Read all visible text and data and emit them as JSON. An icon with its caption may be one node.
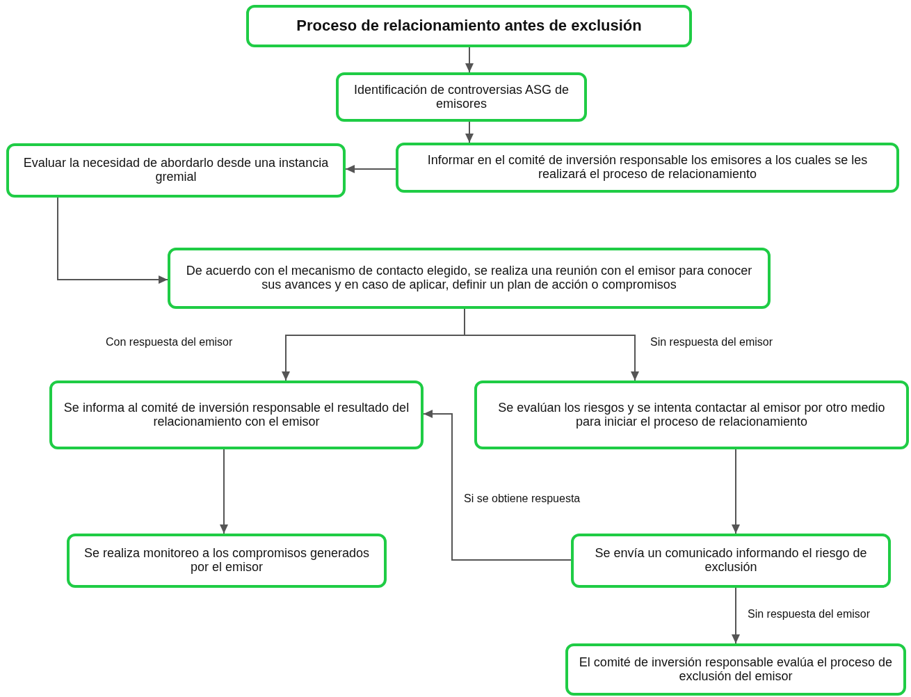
{
  "diagram": {
    "nodes": [
      {
        "text": [
          "Proceso de relacionamiento antes de exclusión"
        ]
      },
      {
        "text": [
          "Identificación de controversias ASG de emisores"
        ]
      },
      {
        "text": [
          "Informar en el comité de inversión responsable los emisores a los cuales se les realizará el proceso de relacionamiento"
        ]
      },
      {
        "text": [
          "Evaluar la necesidad de abordarlo desde una instancia gremial"
        ]
      },
      {
        "text": [
          "De acuerdo con el mecanismo de contacto elegido, se realiza una reunión con el emisor para conocer sus avances y en caso de aplicar, definir un plan de acción o compromisos"
        ]
      },
      {
        "text": [
          "Se informa al comité de inversión responsable el resultado del relacionamiento con el emisor"
        ]
      },
      {
        "text": [
          "Se evalúan los riesgos y se intenta contactar al emisor por otro medio para iniciar el proceso de relacionamiento"
        ]
      },
      {
        "text": [
          "Se realiza monitoreo a los compromisos generados por el emisor"
        ]
      },
      {
        "text": [
          "Se envía un comunicado informando el riesgo de exclusión"
        ]
      },
      {
        "text": [
          "El comité de inversión responsable evalúa el proceso de exclusión del emisor"
        ]
      }
    ],
    "edges": [
      {
        "from": 0,
        "to": 1,
        "arrow": "to"
      },
      {
        "from": 1,
        "to": 2,
        "arrow": "to"
      },
      {
        "from": 2,
        "to": 3,
        "arrow": "to"
      },
      {
        "from": 3,
        "to": 4,
        "arrow": "to"
      },
      {
        "from": 4,
        "to": 5,
        "arrow": "to",
        "label": "Con respuesta del emisor"
      },
      {
        "from": 4,
        "to": 6,
        "arrow": "to",
        "label": "Sin respuesta del emisor"
      },
      {
        "from": 5,
        "to": 7,
        "arrow": "to"
      },
      {
        "from": 6,
        "to": 8,
        "arrow": "to"
      },
      {
        "from": 8,
        "to": 5,
        "arrow": "to",
        "label": "Si se obtiene respuesta"
      },
      {
        "from": 8,
        "to": 9,
        "arrow": "to",
        "label": "Sin respuesta del emisor"
      }
    ]
  }
}
